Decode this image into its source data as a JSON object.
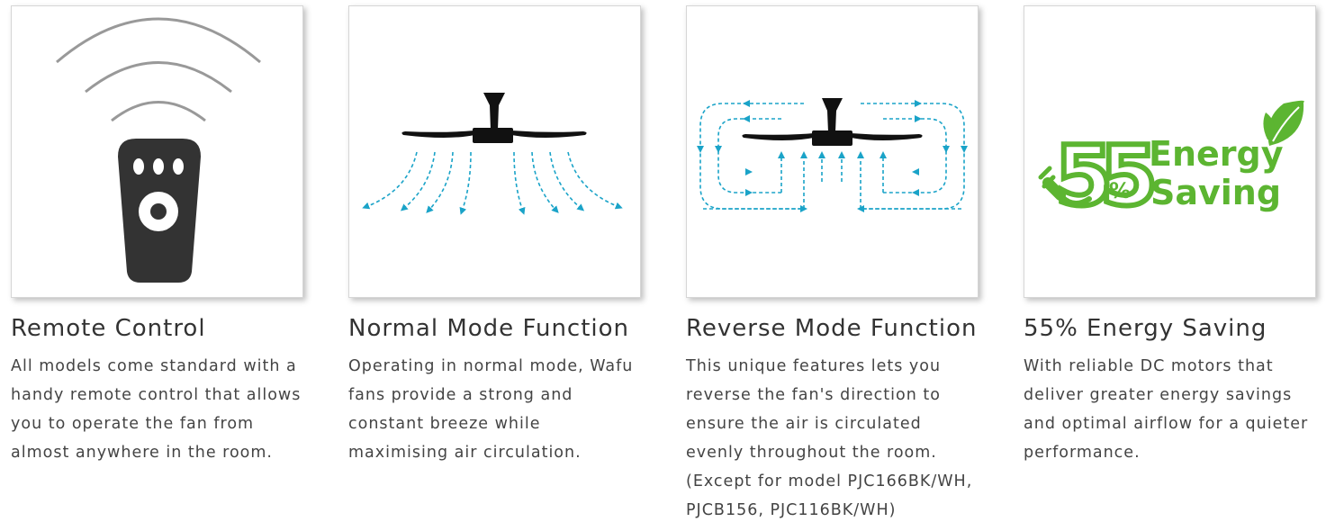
{
  "features": [
    {
      "title": "Remote Control",
      "description": "All models come standard with a handy remote control that allows you to operate the fan from almost anywhere in the room.",
      "icon": "remote-control-icon"
    },
    {
      "title": "Normal Mode Function",
      "description": "Operating in normal mode, Wafu fans provide a strong and constant breeze while maximising air circulation.",
      "icon": "normal-mode-fan-icon"
    },
    {
      "title": "Reverse Mode Function",
      "description": "This unique features lets you reverse the fan's direction to ensure the air is circulated evenly throughout the room. (Except for model PJC166BK/WH, PJCB156, PJC116BK/WH)",
      "icon": "reverse-mode-fan-icon"
    },
    {
      "title": "55% Energy Saving",
      "description": "With reliable DC motors that deliver greater energy savings and optimal airflow for a quieter performance.",
      "icon": "energy-saving-icon",
      "badge": {
        "number": "55",
        "percent": "%",
        "line1": "Energy",
        "line2": "Saving"
      }
    }
  ],
  "colors": {
    "remote": "#333333",
    "signal": "#999999",
    "fan": "#111111",
    "airflow": "#1aa3c8",
    "energy_green": "#5cb531"
  }
}
